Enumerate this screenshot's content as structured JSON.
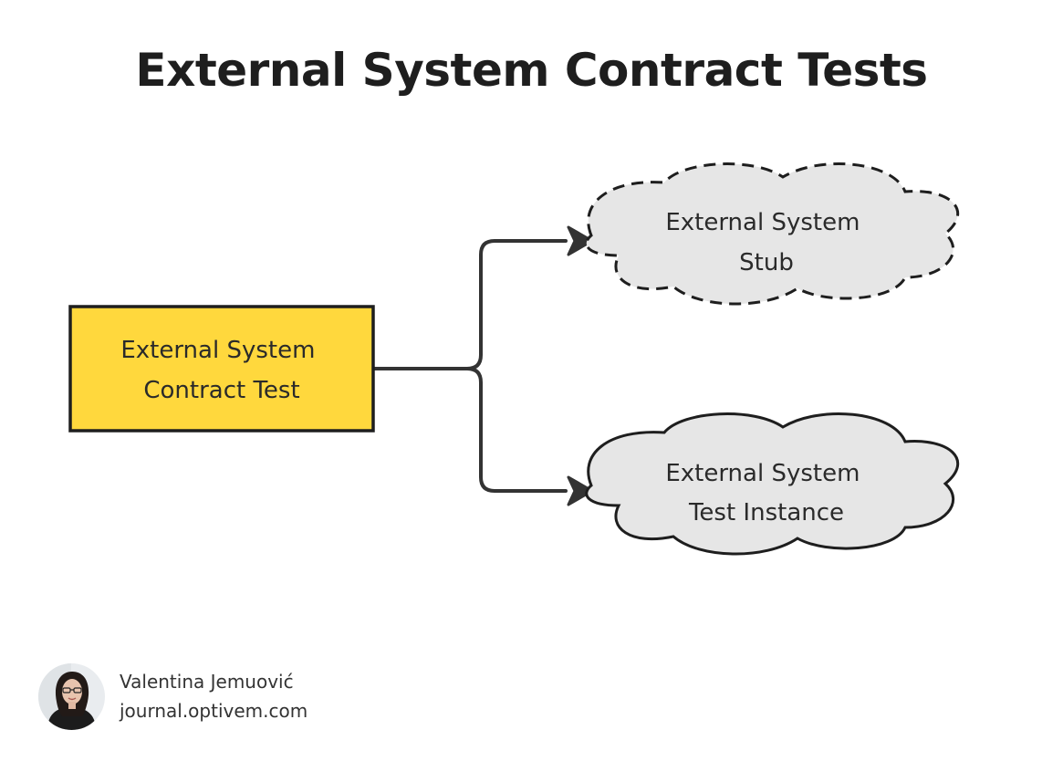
{
  "title": "External System Contract Tests",
  "nodes": {
    "contract_test": {
      "lines": [
        "External System",
        "Contract Test"
      ],
      "shape": "rectangle",
      "fill": "#FFD83D"
    },
    "stub": {
      "lines": [
        "External System",
        "Stub"
      ],
      "shape": "cloud",
      "border": "dashed",
      "fill": "#E6E6E6"
    },
    "test_instance": {
      "lines": [
        "External System",
        "Test Instance"
      ],
      "shape": "cloud",
      "border": "solid",
      "fill": "#E6E6E6"
    }
  },
  "edges": [
    {
      "from": "contract_test",
      "to": "stub"
    },
    {
      "from": "contract_test",
      "to": "test_instance"
    }
  ],
  "footer": {
    "author_name": "Valentina Jemuović",
    "website": "journal.optivem.com"
  }
}
